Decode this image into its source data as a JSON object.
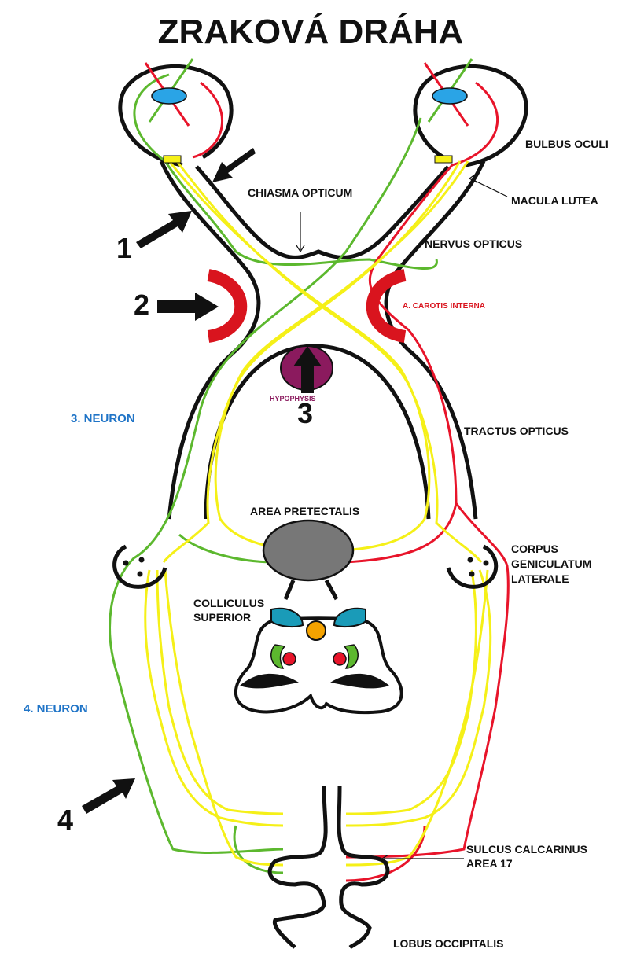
{
  "title": "ZRAKOVÁ DRÁHA",
  "labels": {
    "bulbus_oculi": "BULBUS OCULI",
    "macula_lutea": "MACULA LUTEA",
    "chiasma_opticum": "CHIASMA OPTICUM",
    "nervus_opticus": "NERVUS OPTICUS",
    "a_carotis_interna": "A. CAROTIS INTERNA",
    "hypophysis": "HYPOPHYSIS",
    "neuron3": "3. NEURON",
    "tractus_opticus": "TRACTUS OPTICUS",
    "area_pretectalis": "AREA PRETECTALIS",
    "corpus_line1": "CORPUS",
    "corpus_line2": "GENICULATUM",
    "corpus_line3": "LATERALE",
    "colliculus_line1": "COLLICULUS",
    "colliculus_line2": "SUPERIOR",
    "neuron4": "4. NEURON",
    "sulcus_line1": "SULCUS CALCARINUS",
    "sulcus_line2": "AREA 17",
    "lobus_occipitalis": "LOBUS OCCIPITALIS"
  },
  "markers": [
    "1",
    "2",
    "3",
    "4"
  ],
  "colors": {
    "green": "#5cb82e",
    "red": "#e8142a",
    "yellow": "#f5f018",
    "carotis": "#d9141e",
    "lens": "#2aa4e6",
    "macula": "#f5f018",
    "hypophysis": "#8b1a5e",
    "pretectal": "#777777",
    "colliculus": "#1a9bb8",
    "nucleus": "#f5a300",
    "label_blue": "#1f74c7"
  }
}
